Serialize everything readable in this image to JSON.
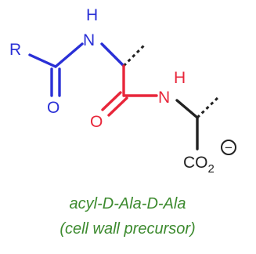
{
  "colors": {
    "acyl": "#2a30d6",
    "ala1": "#e8263a",
    "ala2": "#222222",
    "caption": "#3c8a2e"
  },
  "atoms": {
    "r_group": "R",
    "nh1_h": "H",
    "nh1_n": "N",
    "carbonyl1_o": "O",
    "carbonyl2_o": "O",
    "nh2_h": "H",
    "nh2_n": "N",
    "carboxylate_co": "CO",
    "carboxylate_sub": "2",
    "charge": "−"
  },
  "caption": {
    "line1": "acyl-D-Ala-D-Ala",
    "line2": "(cell wall precursor)"
  }
}
